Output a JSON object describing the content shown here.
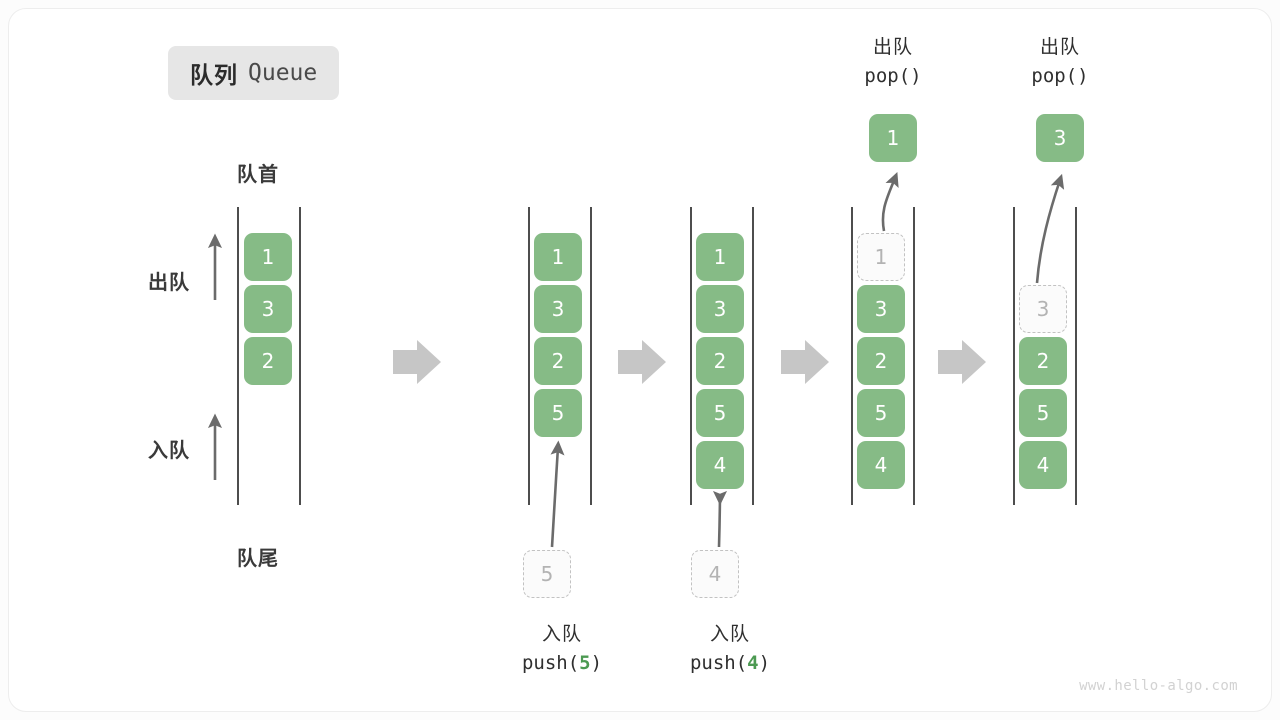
{
  "title": {
    "cn": "队列",
    "en": "Queue"
  },
  "labels": {
    "head": "队首",
    "tail": "队尾",
    "dequeue": "出队",
    "enqueue": "入队"
  },
  "watermark": "www.hello-algo.com",
  "colors": {
    "cell_green": "#86bb86",
    "ghost_border": "#c2c2c2",
    "ghost_text": "#b3b3b3",
    "rail": "#4d4d4d",
    "step_arrow": "#c6c6c6",
    "accent_code": "#4c9a52",
    "badge_bg": "#e6e6e6"
  },
  "chart_data": {
    "type": "diagram",
    "title": "队列 Queue",
    "description": "Queue push/pop operation sequence shown as five vertical queue states separated by step arrows.",
    "stages": [
      {
        "index": 0,
        "name": "initial",
        "cells": [
          "1",
          "3",
          "2"
        ],
        "ghost_cells": [],
        "caption": null
      },
      {
        "index": 1,
        "name": "after-push-5",
        "cells": [
          "1",
          "3",
          "2",
          "5"
        ],
        "ghost_cells": [
          {
            "value": "5",
            "position": "below-queue"
          }
        ],
        "caption": {
          "cn": "入队",
          "code_prefix": "push(",
          "arg": "5",
          "code_suffix": ")"
        }
      },
      {
        "index": 2,
        "name": "after-push-4",
        "cells": [
          "1",
          "3",
          "2",
          "5",
          "4"
        ],
        "ghost_cells": [
          {
            "value": "4",
            "position": "below-queue"
          }
        ],
        "caption": {
          "cn": "入队",
          "code_prefix": "push(",
          "arg": "4",
          "code_suffix": ")"
        }
      },
      {
        "index": 3,
        "name": "after-pop-1",
        "cells": [
          "3",
          "2",
          "5",
          "4"
        ],
        "ghost_cells": [
          {
            "value": "1",
            "position": "slot-0"
          }
        ],
        "popped": {
          "value": "1"
        },
        "caption": {
          "cn": "出队",
          "code_prefix": "pop(",
          "arg": "",
          "code_suffix": ")"
        }
      },
      {
        "index": 4,
        "name": "after-pop-3",
        "cells": [
          "2",
          "5",
          "4"
        ],
        "ghost_cells": [
          {
            "value": "3",
            "position": "slot-1"
          }
        ],
        "popped": {
          "value": "3"
        },
        "caption": {
          "cn": "出队",
          "code_prefix": "pop(",
          "arg": "",
          "code_suffix": ")"
        }
      }
    ],
    "step_arrow_count": 4,
    "side_labels": [
      "出队",
      "入队"
    ],
    "end_labels": [
      "队首",
      "队尾"
    ]
  },
  "pop_captions": [
    {
      "cn": "出队",
      "code": "pop()",
      "value": "1"
    },
    {
      "cn": "出队",
      "code": "pop()",
      "value": "3"
    }
  ],
  "push_captions": [
    {
      "cn": "入队",
      "prefix": "push(",
      "arg": "5",
      "suffix": ")"
    },
    {
      "cn": "入队",
      "prefix": "push(",
      "arg": "4",
      "suffix": ")"
    }
  ]
}
